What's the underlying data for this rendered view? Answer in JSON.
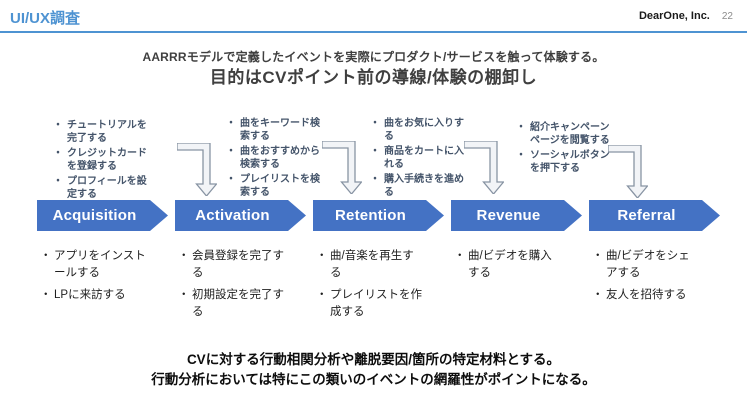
{
  "header": {
    "title": "UI/UX調査",
    "company": "DearOne, Inc.",
    "page_number": "22"
  },
  "intro": {
    "line1": "AARRRモデルで定義したイベントを実際にプロダクト/サービスを触って体験する。",
    "line2": "目的はCVポイント前の導線/体験の棚卸し"
  },
  "funnel": {
    "stages": [
      {
        "label": "Acquisition",
        "events": [
          "アプリをインストールする",
          "LPに来訪する"
        ]
      },
      {
        "label": "Activation",
        "events": [
          "会員登録を完了する",
          "初期設定を完了する"
        ]
      },
      {
        "label": "Retention",
        "events": [
          "曲/音楽を再生する",
          "プレイリストを作成する"
        ]
      },
      {
        "label": "Revenue",
        "events": [
          "曲/ビデオを購入する"
        ]
      },
      {
        "label": "Referral",
        "events": [
          "曲/ビデオをシェアする",
          "友人を招待する"
        ]
      }
    ],
    "event_groups_above": [
      {
        "items": [
          "チュートリアルを完了する",
          "クレジットカードを登録する",
          "プロフィールを設定する"
        ]
      },
      {
        "items": [
          "曲をキーワード検索する",
          "曲をおすすめから検索する",
          "プレイリストを検索する"
        ]
      },
      {
        "items": [
          "曲をお気に入りする",
          "商品をカートに入れる",
          "購入手続きを進める"
        ]
      },
      {
        "items": [
          "紹介キャンペーンページを閲覧する",
          "ソーシャルボタンを押下する"
        ]
      }
    ]
  },
  "note": {
    "line1": "CVに対する行動相関分析や離脱要因/箇所の特定材料とする。",
    "line2": "行動分析においては特にこの類いのイベントの網羅性がポイントになる。"
  },
  "colors": {
    "accent_blue": "#4E93D2",
    "chevron_blue": "#4472C4",
    "above_text": "#44546A",
    "body_text": "#1F1F1F",
    "arrow_fill": "#F2F4F7",
    "arrow_stroke": "#8894A3"
  },
  "icons": {
    "elbow_down_arrow": "elbow-down-arrow"
  }
}
